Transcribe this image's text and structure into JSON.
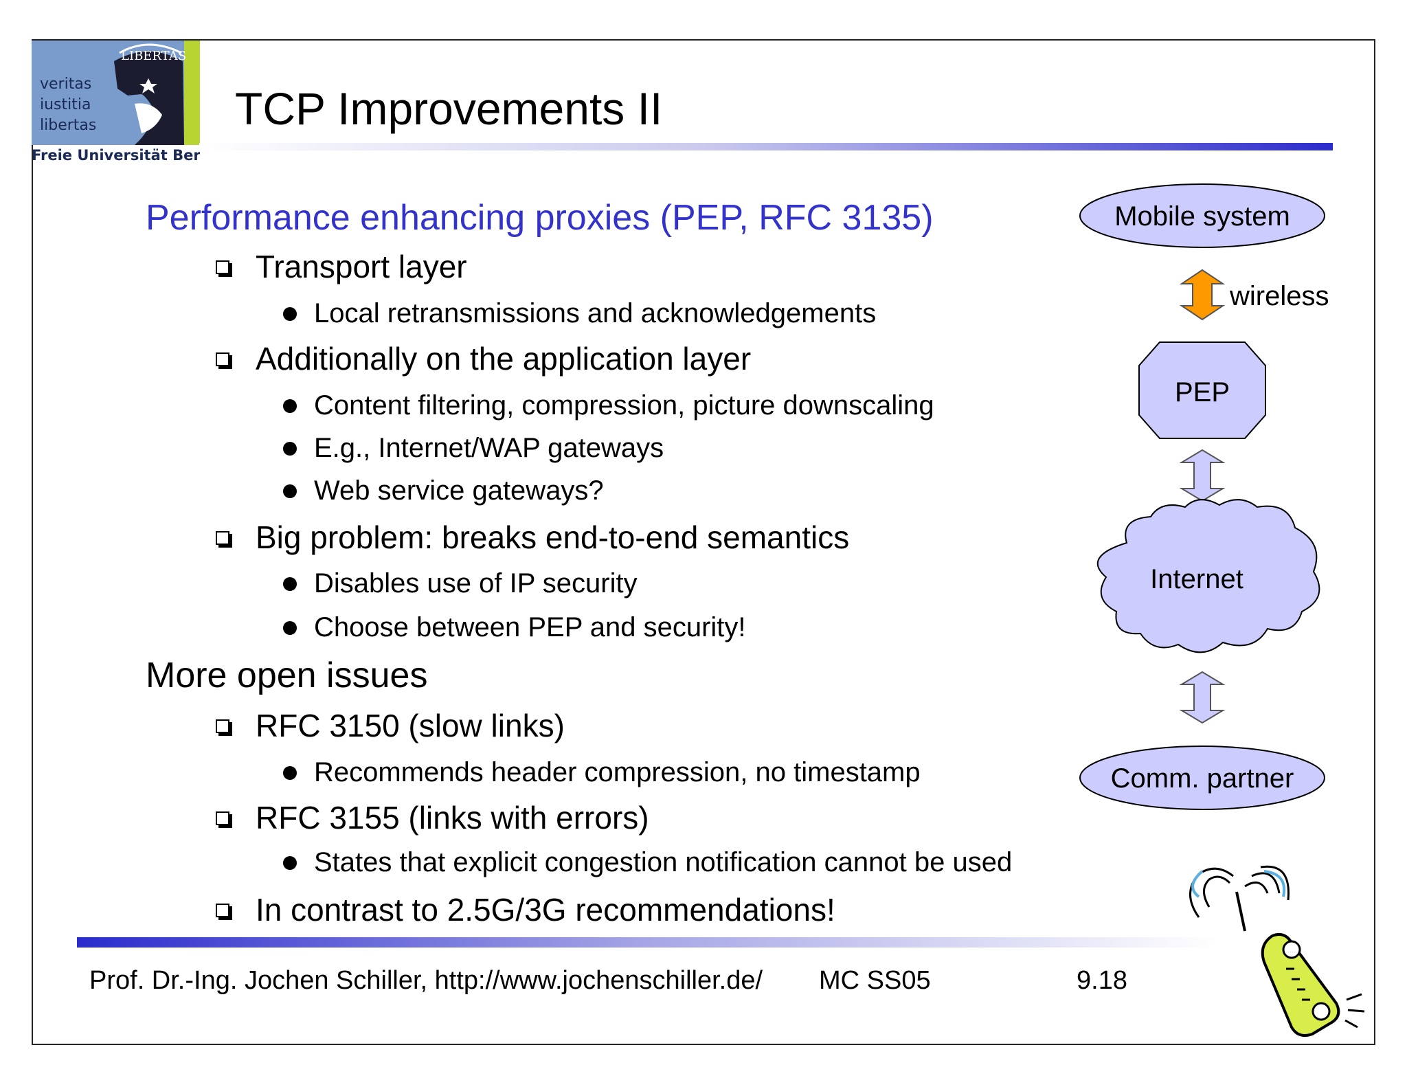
{
  "logo": {
    "motto": [
      "veritas",
      "iustitia",
      "libertas"
    ],
    "seal_text": "LIBERTAS",
    "university": "Freie Universität Berlin"
  },
  "slide": {
    "title": "TCP Improvements II"
  },
  "content": {
    "section1": {
      "heading": "Performance enhancing proxies (PEP, RFC 3135)",
      "items": [
        {
          "text": "Transport layer",
          "subitems": [
            "Local retransmissions and acknowledgements"
          ]
        },
        {
          "text": "Additionally on the application layer",
          "subitems": [
            "Content filtering, compression, picture downscaling",
            "E.g., Internet/WAP gateways",
            "Web service gateways?"
          ]
        },
        {
          "text": "Big problem: breaks end-to-end semantics",
          "subitems": [
            "Disables use of IP security",
            "Choose between PEP and security!"
          ]
        }
      ]
    },
    "section2": {
      "heading": "More open issues",
      "items": [
        {
          "text": "RFC 3150 (slow links)",
          "subitems": [
            "Recommends header compression, no timestamp"
          ]
        },
        {
          "text": "RFC 3155 (links with errors)",
          "subitems": [
            "States that explicit congestion notification cannot be used"
          ]
        },
        {
          "text": "In contrast to 2.5G/3G recommendations!",
          "subitems": []
        }
      ]
    }
  },
  "diagram": {
    "mobile_system": "Mobile system",
    "wireless_label": "wireless",
    "pep": "PEP",
    "internet": "Internet",
    "comm_partner": "Comm. partner",
    "colors": {
      "node_fill": "#ccccff",
      "arrow_wireless": "#ff9900",
      "arrow_wired": "#ccccff",
      "title_blue": "#3333cc"
    }
  },
  "footer": {
    "author": "Prof. Dr.-Ing. Jochen Schiller, http://www.jochenschiller.de/",
    "course": "MC SS05",
    "page": "9.18"
  }
}
